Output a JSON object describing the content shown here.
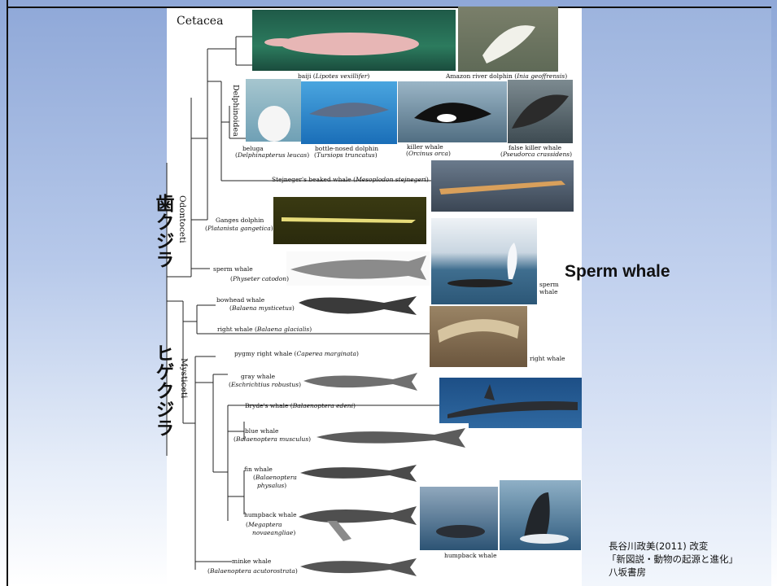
{
  "slide": {
    "cetacea": "Cetacea",
    "odontoceti": "Odontoceti",
    "mysticeti": "Mysticeti",
    "delphinoidea": "Delphinoidea",
    "jp_odontoceti": "歯クジラ",
    "jp_mysticeti": "ヒゲクジラ",
    "sperm_whale_big": "Sperm whale",
    "credit_line1": "長谷川政美(2011)  改変",
    "credit_line2": "「新図説・動物の起源と進化」",
    "credit_line3": "八坂書房"
  },
  "species": {
    "baiji": {
      "name": "baiji (",
      "sci": "Lipotes vexillifer",
      "end": ")"
    },
    "amazon": {
      "name": "Amazon river dolphin (",
      "sci": "Inia geoffrensis",
      "end": ")"
    },
    "beluga": {
      "name": "beluga",
      "sci": "Delphinapterus leucas"
    },
    "bottlenose": {
      "name": "bottle-nosed dolphin",
      "sci": "Tursiops truncatus"
    },
    "killer": {
      "name": "killer whale",
      "sci": "Orcinus orca"
    },
    "falsekiller": {
      "name": "false killer whale",
      "sci": "Pseudorca crassidens"
    },
    "stejneger": {
      "name": "Stejneger's beaked whale (",
      "sci": "Mesoplodon stejnegeri",
      "end": ")"
    },
    "ganges": {
      "name": "Ganges dolphin",
      "sci": "Platanista gangetica"
    },
    "sperm": {
      "name": "sperm whale",
      "sci": "Physeter catodon"
    },
    "sperm_photo": "sperm whale",
    "bowhead": {
      "name": "bowhead whale",
      "sci": "Balaena mysticetus"
    },
    "right": {
      "name": "right whale (",
      "sci": "Balaena glacialis",
      "end": ")"
    },
    "right_photo": "right whale",
    "pygmy": {
      "name": "pygmy right whale (",
      "sci": "Caperea marginata",
      "end": ")"
    },
    "gray": {
      "name": "gray whale",
      "sci": "Eschrichtius robustus"
    },
    "brydes": {
      "name": "Bryde's whale (",
      "sci": "Balaenoptera edeni",
      "end": ")"
    },
    "blue": {
      "name": "blue whale",
      "sci": "Balaenoptera musculus"
    },
    "fin": {
      "name": "fin whale",
      "sci1": "Balaenoptera",
      "sci2": "physalus"
    },
    "humpback": {
      "name": "humpback whale",
      "sci1": "Megaptera",
      "sci2": "novaeangliae"
    },
    "humpback_photo": "humpback whale",
    "minke": {
      "name": "minke whale",
      "sci": "Balaenoptera acutorostrata"
    }
  },
  "colors": {
    "accent_bg": "#8fa8d8",
    "panel": "#ffffff",
    "ink": "#111111"
  }
}
